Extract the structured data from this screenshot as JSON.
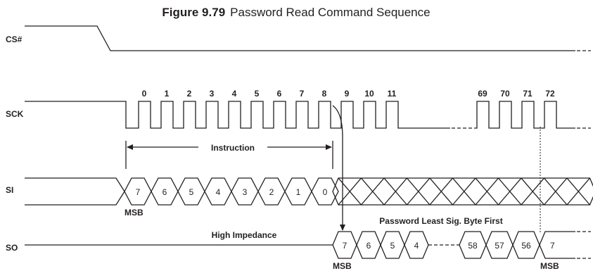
{
  "figure": {
    "number": "Figure 9.79",
    "caption": "Password Read Command Sequence"
  },
  "signals": {
    "cs": "CS#",
    "sck": "SCK",
    "si": "SI",
    "so": "SO"
  },
  "clock_numbers": [
    "0",
    "1",
    "2",
    "3",
    "4",
    "5",
    "6",
    "7",
    "8",
    "9",
    "10",
    "11",
    "69",
    "70",
    "71",
    "72"
  ],
  "annotations": {
    "instruction": "Instruction",
    "msb": "MSB",
    "high_impedance": "High Impedance",
    "password_note": "Password Least Sig. Byte First"
  },
  "si_bits": [
    "7",
    "6",
    "5",
    "4",
    "3",
    "2",
    "1",
    "0"
  ],
  "so_bits": [
    "7",
    "6",
    "5",
    "4",
    "58",
    "57",
    "56",
    "7"
  ]
}
